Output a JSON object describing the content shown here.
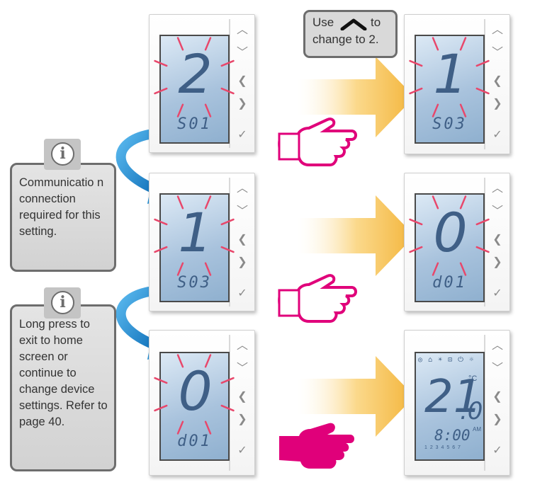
{
  "callout": {
    "use_text": "Use",
    "to_text": "to",
    "line2": "change to 2.",
    "icon": "chevron-up-icon"
  },
  "info_boxes": [
    {
      "text": "Communicatio n connection required for this setting.",
      "icon": "info-icon"
    },
    {
      "text": "Long press to exit to home screen or continue to change device settings. Refer to page 40.",
      "icon": "info-icon"
    }
  ],
  "devices": [
    {
      "big": "2",
      "small": "S01",
      "flash": true
    },
    {
      "big": "1",
      "small": "S03",
      "flash": true
    },
    {
      "big": "1",
      "small": "S03",
      "flash": true
    },
    {
      "big": "0",
      "small": "d01",
      "flash": true
    },
    {
      "big": "0",
      "small": "d01",
      "flash": true
    }
  ],
  "home_screen": {
    "temp_whole": "21",
    "temp_decimal": ".0",
    "unit": "°C",
    "time": "8:00",
    "ampm": "AM",
    "days": "1 2 3 4 5 6 7",
    "icons_row": "◎ ⌂ ☀ ⊡ ⏻ ☼"
  },
  "buttons": {
    "up": "︿",
    "down": "﹀",
    "left": "❮",
    "right": "❯",
    "ok": "✓"
  },
  "colors": {
    "flash": "#e8476b",
    "hand": "#e0007a",
    "arrow": "#f5c04a",
    "curve_arrow": "#1f8fd6",
    "lcd_text": "#3f5f86"
  }
}
